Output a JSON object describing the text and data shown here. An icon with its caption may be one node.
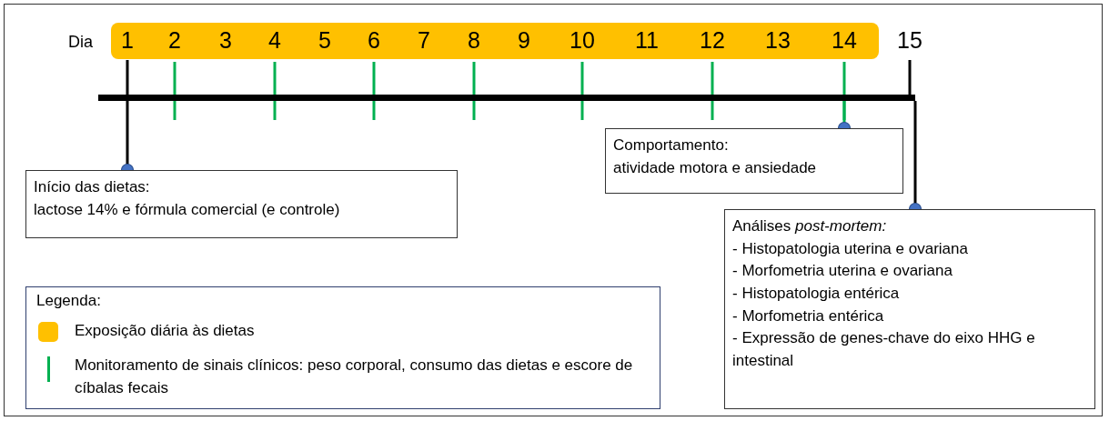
{
  "diagram": {
    "nodes": [
      {
        "text": [],
        "shape": "bar"
      },
      {
        "text": [
          "Início das dietas:",
          "lactose 14% e fórmula comercial (e controle)"
        ]
      },
      {
        "text": [
          "Comportamento:",
          "atividade motora e ansiedade"
        ]
      },
      {
        "text": [
          "Análises *post-mortem:*",
          "- Histopatologia uterina e ovariana",
          "- Morfometria uterina e ovariana",
          "- Histopatologia entérica",
          "- Morfometria entérica",
          "- Expressão de genes-chave do eixo HHG e intestinal"
        ]
      }
    ],
    "edges": [
      {
        "from": 1,
        "to": 0,
        "arrow": "other"
      },
      {
        "from": 2,
        "to": 0,
        "arrow": "other",
        "color": "#00b050"
      },
      {
        "from": 3,
        "to": 0,
        "arrow": "other"
      }
    ],
    "labels": [
      "Dia",
      "1",
      "2",
      "3",
      "4",
      "5",
      "6",
      "7",
      "8",
      "9",
      "10",
      "11",
      "12",
      "13",
      "14",
      "15",
      "Legenda:"
    ],
    "legend": [
      {
        "text": "Exposição diária às dietas",
        "color": "#ffc000"
      },
      {
        "text": "Monitoramento de sinais clínicos: peso corporal, consumo das dietas e escore de cíbalas fecais"
      }
    ]
  }
}
